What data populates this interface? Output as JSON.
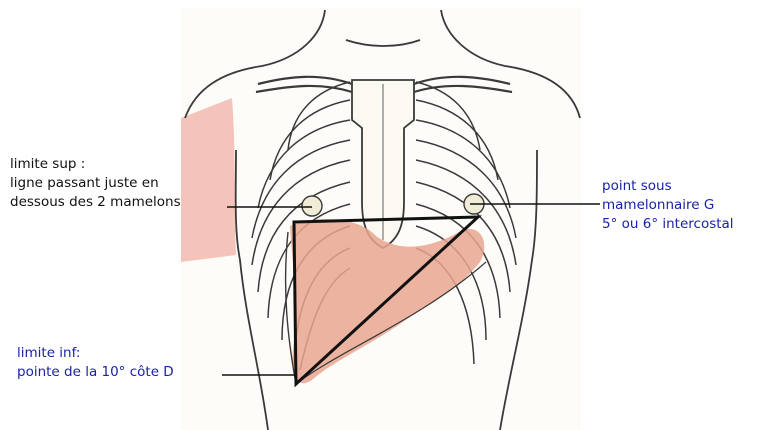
{
  "labels": {
    "limite_sup": {
      "line1": "limite sup :",
      "line2": "ligne passant juste en",
      "line3": "dessous des 2 mamelons"
    },
    "limite_inf": {
      "line1": "limite inf:",
      "line2": "pointe de la 10° côte D"
    },
    "point_g": {
      "line1": "point sous",
      "line2": "mamelonnaire G",
      "line3": "5° ou 6° intercostal"
    }
  },
  "colors": {
    "body_fill": "#fdfcf8",
    "skin_shadow": "#f4c4ba",
    "liver": "#e9a690",
    "outline": "#3a3a3a",
    "dark_label": "#111111",
    "blue_label": "#1a22a6"
  }
}
